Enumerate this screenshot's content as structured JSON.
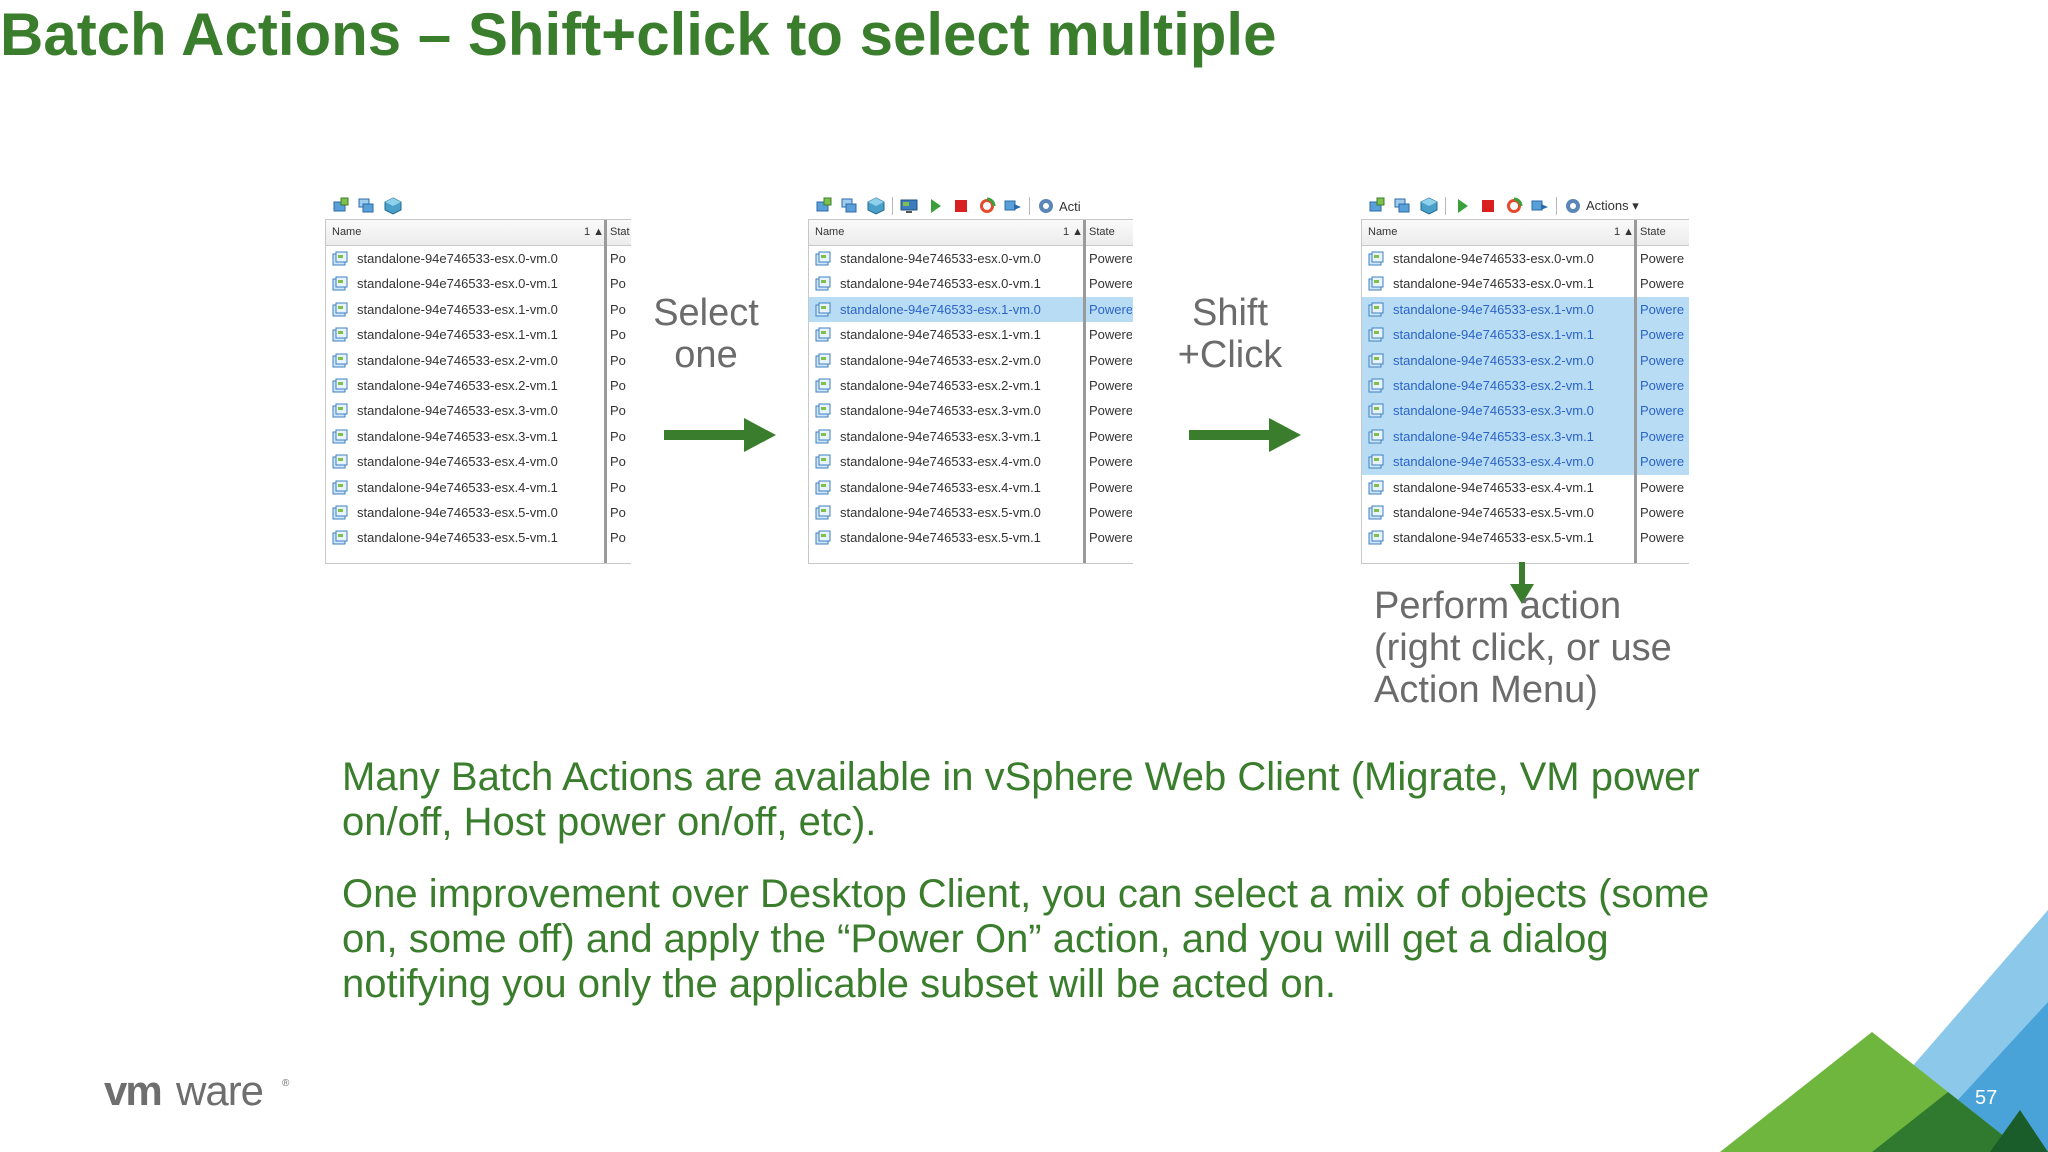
{
  "slide": {
    "title": "Batch Actions – Shift+click to select multiple",
    "page_number": "57",
    "logo": "vmware",
    "accent_color": "#3a7d2c"
  },
  "steps": {
    "select_one": "Select\none",
    "shift_click": "Shift\n+Click",
    "perform_action": "Perform action\n(right click, or use\nAction Menu)"
  },
  "table": {
    "name_header": "Name",
    "sort_indicator": "1 ▲",
    "rows": [
      "standalone-94e746533-esx.0-vm.0",
      "standalone-94e746533-esx.0-vm.1",
      "standalone-94e746533-esx.1-vm.0",
      "standalone-94e746533-esx.1-vm.1",
      "standalone-94e746533-esx.2-vm.0",
      "standalone-94e746533-esx.2-vm.1",
      "standalone-94e746533-esx.3-vm.0",
      "standalone-94e746533-esx.3-vm.1",
      "standalone-94e746533-esx.4-vm.0",
      "standalone-94e746533-esx.4-vm.1",
      "standalone-94e746533-esx.5-vm.0",
      "standalone-94e746533-esx.5-vm.1"
    ]
  },
  "panels": [
    {
      "state_header": "Stat",
      "state_value": "Po",
      "toolbar": [
        "vm-new-icon",
        "vm-clone-icon",
        "vm-package-icon"
      ],
      "actions_label": "",
      "selected": []
    },
    {
      "state_header": "State",
      "state_value": "Powere",
      "toolbar": [
        "vm-new-icon",
        "vm-clone-icon",
        "vm-package-icon",
        "sep",
        "console-icon",
        "power-on-icon",
        "power-off-icon",
        "reset-icon",
        "migrate-icon",
        "sep",
        "gear-icon"
      ],
      "actions_label": "Acti",
      "selected": [
        2
      ]
    },
    {
      "state_header": "State",
      "state_value": "Powere",
      "toolbar": [
        "vm-new-icon",
        "vm-clone-icon",
        "vm-package-icon",
        "sep",
        "power-on-icon",
        "power-off-icon",
        "reset-icon",
        "migrate-icon",
        "sep",
        "gear-icon"
      ],
      "actions_label": "Actions ▾",
      "selected": [
        2,
        3,
        4,
        5,
        6,
        7,
        8
      ]
    }
  ],
  "paragraphs": [
    "Many Batch Actions are available in vSphere Web Client (Migrate, VM power on/off, Host power on/off, etc).",
    "One improvement over Desktop Client, you can select a mix of objects (some on, some off) and apply the “Power On” action, and you will get a dialog notifying you only the applicable subset will be acted on."
  ]
}
